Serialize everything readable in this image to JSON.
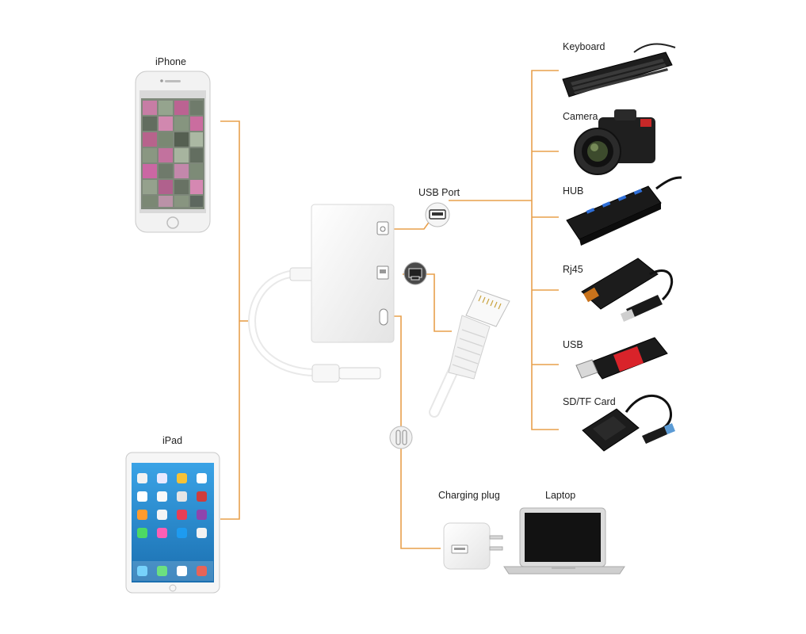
{
  "colors": {
    "connector_line": "#E8A04C",
    "device_dark": "#1c1c1c",
    "usb_red": "#d9232a",
    "screen_blue": "#2c8fd6"
  },
  "left_devices": {
    "iphone": {
      "label": "iPhone",
      "icon": "smartphone-icon"
    },
    "ipad": {
      "label": "iPad",
      "icon": "tablet-icon"
    }
  },
  "adapter": {
    "ports": [
      {
        "name": "usb-port",
        "icon": "camera-icon"
      },
      {
        "name": "ethernet-port",
        "icon": "rj45-port-icon"
      },
      {
        "name": "lightning-port",
        "icon": "lightning-port-icon"
      }
    ],
    "usb_port_label": "USB Port"
  },
  "usb_devices": [
    {
      "label": "Keyboard",
      "icon": "keyboard-icon"
    },
    {
      "label": "Camera",
      "icon": "camera-icon"
    },
    {
      "label": "HUB",
      "icon": "usb-hub-icon"
    },
    {
      "label": "Rj45",
      "icon": "ethernet-adapter-icon"
    },
    {
      "label": "USB",
      "icon": "usb-flash-drive-icon"
    },
    {
      "label": "SD/TF Card",
      "icon": "card-reader-icon"
    }
  ],
  "power": {
    "charging_label": "Charging plug",
    "laptop_label": "Laptop"
  }
}
